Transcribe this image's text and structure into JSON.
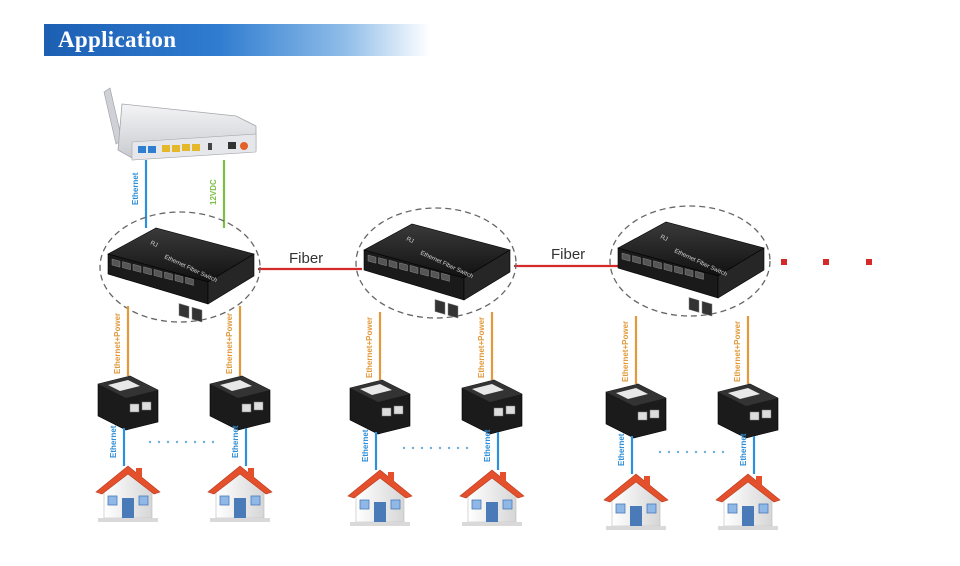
{
  "header": {
    "title": "Application"
  },
  "labels": {
    "router_link": "Ethernet",
    "router_power": "12VDC",
    "fiber": "Fiber",
    "poe_link": "Ethernet+Power",
    "home_link": "Ethernet",
    "switch_brand": "RJ",
    "switch_model": "Ethernet Fiber Switch"
  },
  "colors": {
    "banner": "#1c5fb3",
    "fiber": "#d42a2a",
    "ethernet": "#2f8fd8",
    "power": "#7cc043",
    "poe": "#e39a3c",
    "roof": "#e4502c"
  },
  "icons": [
    "router-icon",
    "switch-icon",
    "poe-injector-icon",
    "house-icon"
  ]
}
